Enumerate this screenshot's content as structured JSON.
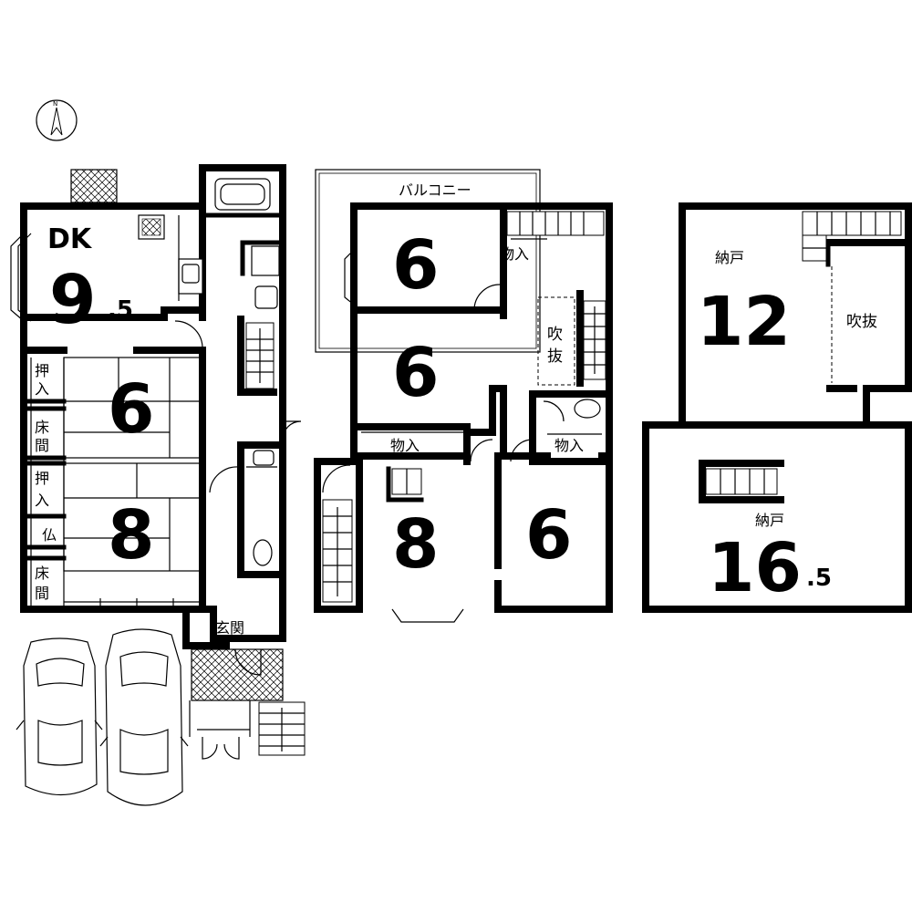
{
  "compass": {
    "north_label": "N"
  },
  "floor1": {
    "dk_label": "DK",
    "dk_size_main": "9",
    "dk_size_frac": ".5",
    "room6_size": "6",
    "room8_size": "8",
    "oshiire_1": "押入",
    "tokonoma_1": "床間",
    "oshiire_2": "押入",
    "butsuma": "仏",
    "tokonoma_2": "床間",
    "genkan": "玄関"
  },
  "floor2": {
    "balcony": "バルコニー",
    "room_nw_size": "6",
    "room_w_size": "6",
    "room_sw_size": "8",
    "room_se_size": "6",
    "storage_top": "物入",
    "storage_mid": "物入",
    "storage_right": "物入",
    "fukinuke": "吹抜"
  },
  "floor3": {
    "nando_top_label": "納戸",
    "nando_top_size": "12",
    "fukinuke": "吹抜",
    "nando_bottom_label": "納戸",
    "nando_bottom_main": "16",
    "nando_bottom_frac": ".5"
  }
}
